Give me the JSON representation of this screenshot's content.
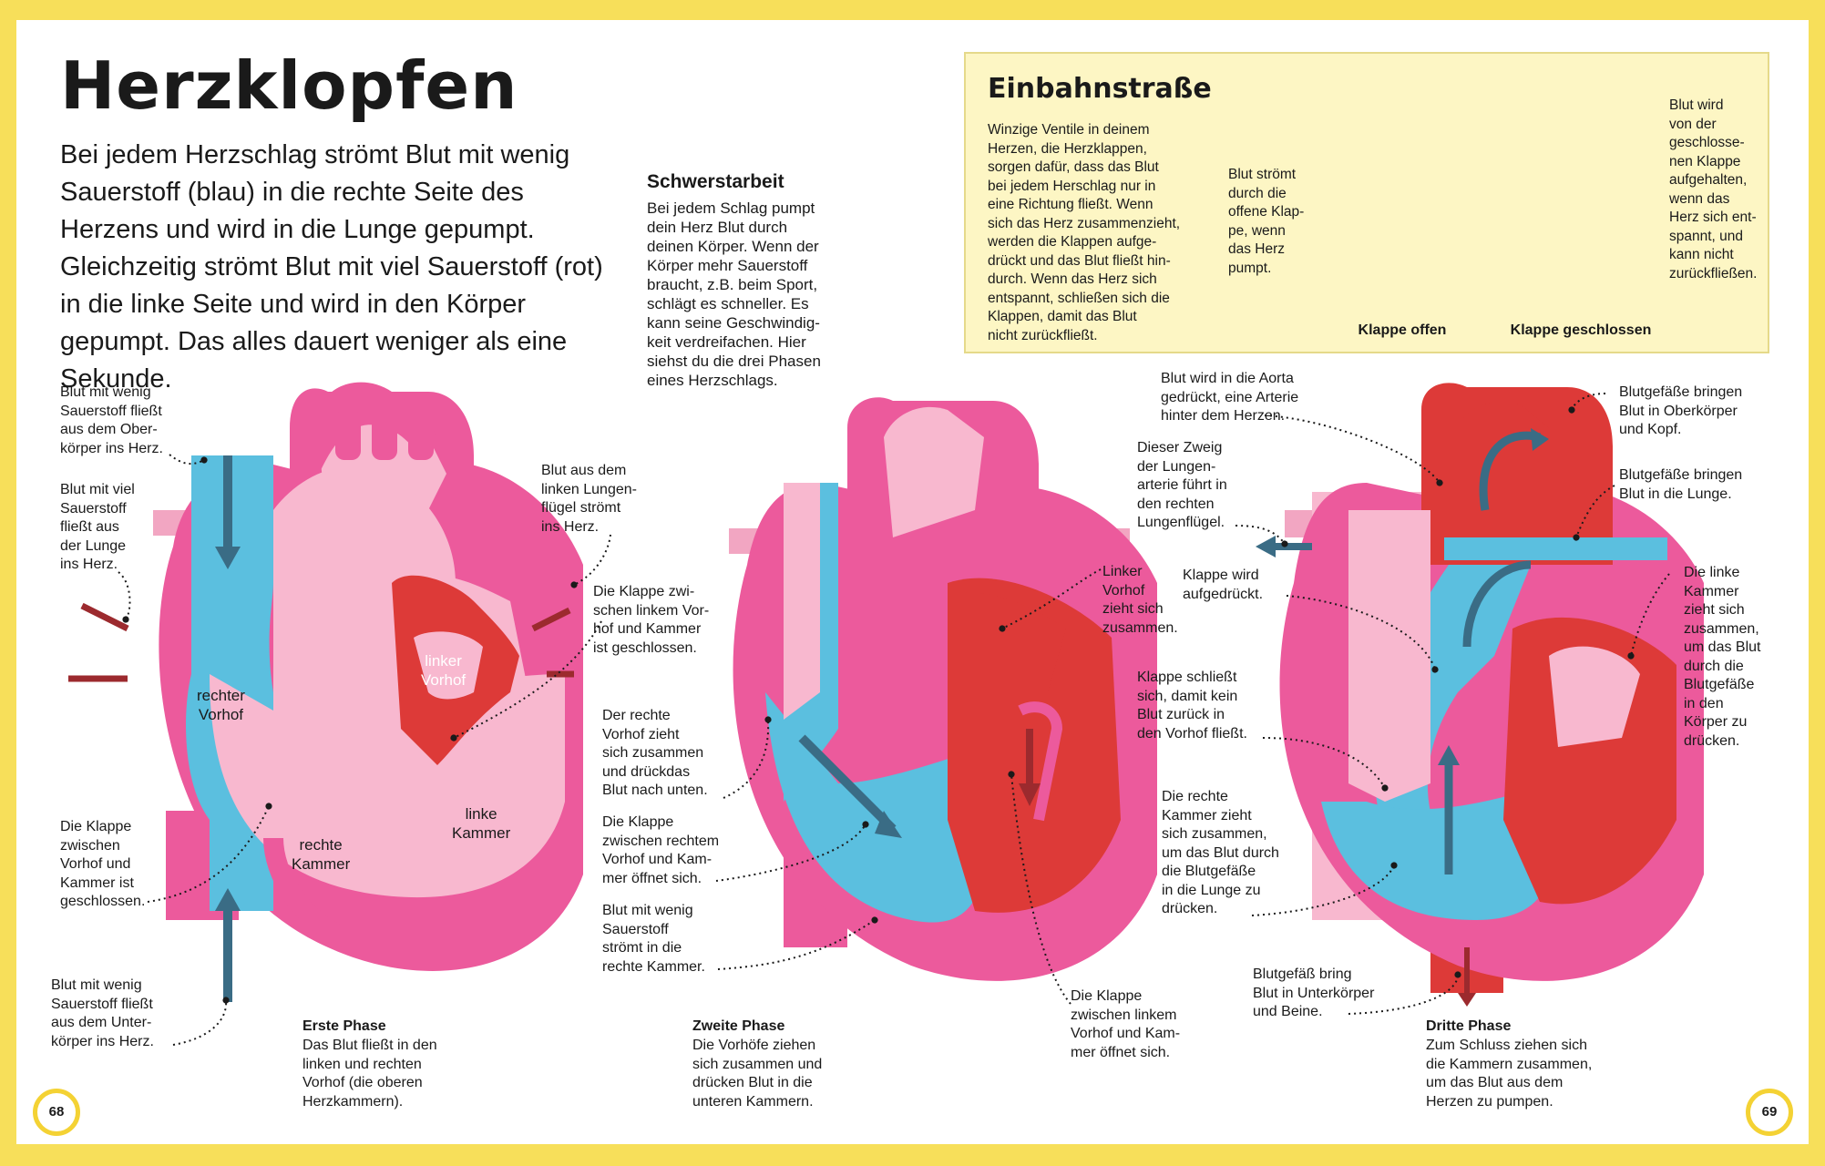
{
  "title": "Herzklopfen",
  "intro": "Bei jedem Herzschlag strömt Blut mit wenig Sauerstoff (blau) in die rechte Seite des Herzens und wird in die Lunge gepumpt. Gleichzeitig strömt Blut mit viel Sauerstoff (rot) in die linke Seite und wird in den Körper gepumpt. Das alles dauert weniger als eine Sekunde.",
  "schwerstarbeit": {
    "title": "Schwerstarbeit",
    "text": "Bei jedem Schlag pumpt\ndein Herz Blut durch\ndeinen Körper. Wenn der\nKörper mehr Sauerstoff\nbraucht, z.B. beim Sport,\nschlägt es schneller. Es\nkann seine Geschwindig-\nkeit verdreifachen. Hier\nsiehst du die drei Phasen\neines Herzschlags."
  },
  "einbahn": {
    "title": "Einbahnstraße",
    "text": "Winzige Ventile in deinem\nHerzen, die Herzklappen,\nsorgen dafür, dass das Blut\nbei jedem Herschlag nur in\neine Richtung fließt. Wenn\nsich das Herz zusammenzieht,\nwerden die Klappen aufge-\ndrückt und das Blut fließt hin-\ndurch. Wenn das Herz sich\nentspannt, schließen sich die\nKlappen, damit das Blut\nnicht zurückfließt.",
    "open_note": "Blut strömt\ndurch die\noffene Klap-\npe, wenn\ndas Herz\npumpt.",
    "closed_note": "Blut wird\nvon der\ngeschlosse-\nnen Klappe\naufgehalten,\nwenn das\nHerz sich ent-\nspannt, und\nkann nicht\nzurückfließen.",
    "open_label": "Klappe offen",
    "closed_label": "Klappe geschlossen"
  },
  "heart1": {
    "c1": "Blut mit wenig\nSauerstoff fließt\naus dem Ober-\nkörper ins Herz.",
    "c2": "Blut mit viel\nSauerstoff\nfließt aus\nder Lunge\nins Herz.",
    "c3": "Die Klappe\nzwischen\nVorhof und\nKammer ist\ngeschlossen.",
    "c4": "Blut mit wenig\nSauerstoff fließt\naus dem Unter-\nkörper ins Herz.",
    "c5": "Blut aus dem\nlinken Lungen-\nflügel strömt\nins Herz.",
    "c6": "Die Klappe zwi-\nschen linkem Vor-\nhof und Kammer\nist geschlossen.",
    "l_rv": "rechter\nVorhof",
    "l_lv": "linker\nVorhof",
    "l_rk": "rechte\nKammer",
    "l_lk": "linke\nKammer"
  },
  "heart2": {
    "c1": "Der rechte\nVorhof zieht\nsich zusammen\nund drückdas\nBlut nach unten.",
    "c2": "Die Klappe\nzwischen rechtem\nVorhof und Kam-\nmer öffnet sich.",
    "c3": "Blut mit wenig\nSauerstoff\nströmt in die\nrechte Kammer.",
    "c4": "Linker\nVorhof\nzieht sich\nzusammen.",
    "c5": "Die Klappe\nzwischen linkem\nVorhof und Kam-\nmer öffnet sich."
  },
  "heart3": {
    "c1": "Blut wird in die Aorta\ngedrückt, eine Arterie\nhinter dem Herzen.",
    "c2": "Dieser Zweig\nder Lungen-\narterie führt in\nden rechten\nLungenflügel.",
    "c3": "Klappe wird\naufgedrückt.",
    "c4": "Klappe schließt\nsich, damit kein\nBlut zurück in\nden Vorhof fließt.",
    "c5": "Die rechte\nKammer zieht\nsich zusammen,\num das Blut durch\ndie Blutgefäße\nin die Lunge zu\ndrücken.",
    "c6": "Blutgefäß bring\nBlut in Unterkörper\nund Beine.",
    "c7": "Blutgefäße bringen\nBlut in Oberkörper\nund Kopf.",
    "c8": "Blutgefäße bringen\nBlut in die Lunge.",
    "c9": "Die linke\nKammer\nzieht sich\nzusammen,\num das Blut\ndurch die\nBlutgefäße\nin den\nKörper zu\ndrücken."
  },
  "phases": [
    {
      "title": "Erste Phase",
      "text": "Das Blut fließt in den\nlinken und rechten\nVorhof (die oberen\nHerzkammern)."
    },
    {
      "title": "Zweite Phase",
      "text": "Die Vorhöfe ziehen\nsich zusammen und\ndrücken Blut in die\nunteren Kammern."
    },
    {
      "title": "Dritte Phase",
      "text": "Zum Schluss ziehen sich\ndie Kammern zusammen,\num das Blut aus dem\nHerzen zu pumpen."
    }
  ],
  "page_left": "68",
  "page_right": "69",
  "colors": {
    "pink": "#ec5a9c",
    "light_pink": "#f8b8cf",
    "blue": "#5bbfdf",
    "red": "#dd3a38",
    "arrow": "#3a6c85",
    "dark_red": "#9c2a2e",
    "frame": "#f7df5a"
  }
}
